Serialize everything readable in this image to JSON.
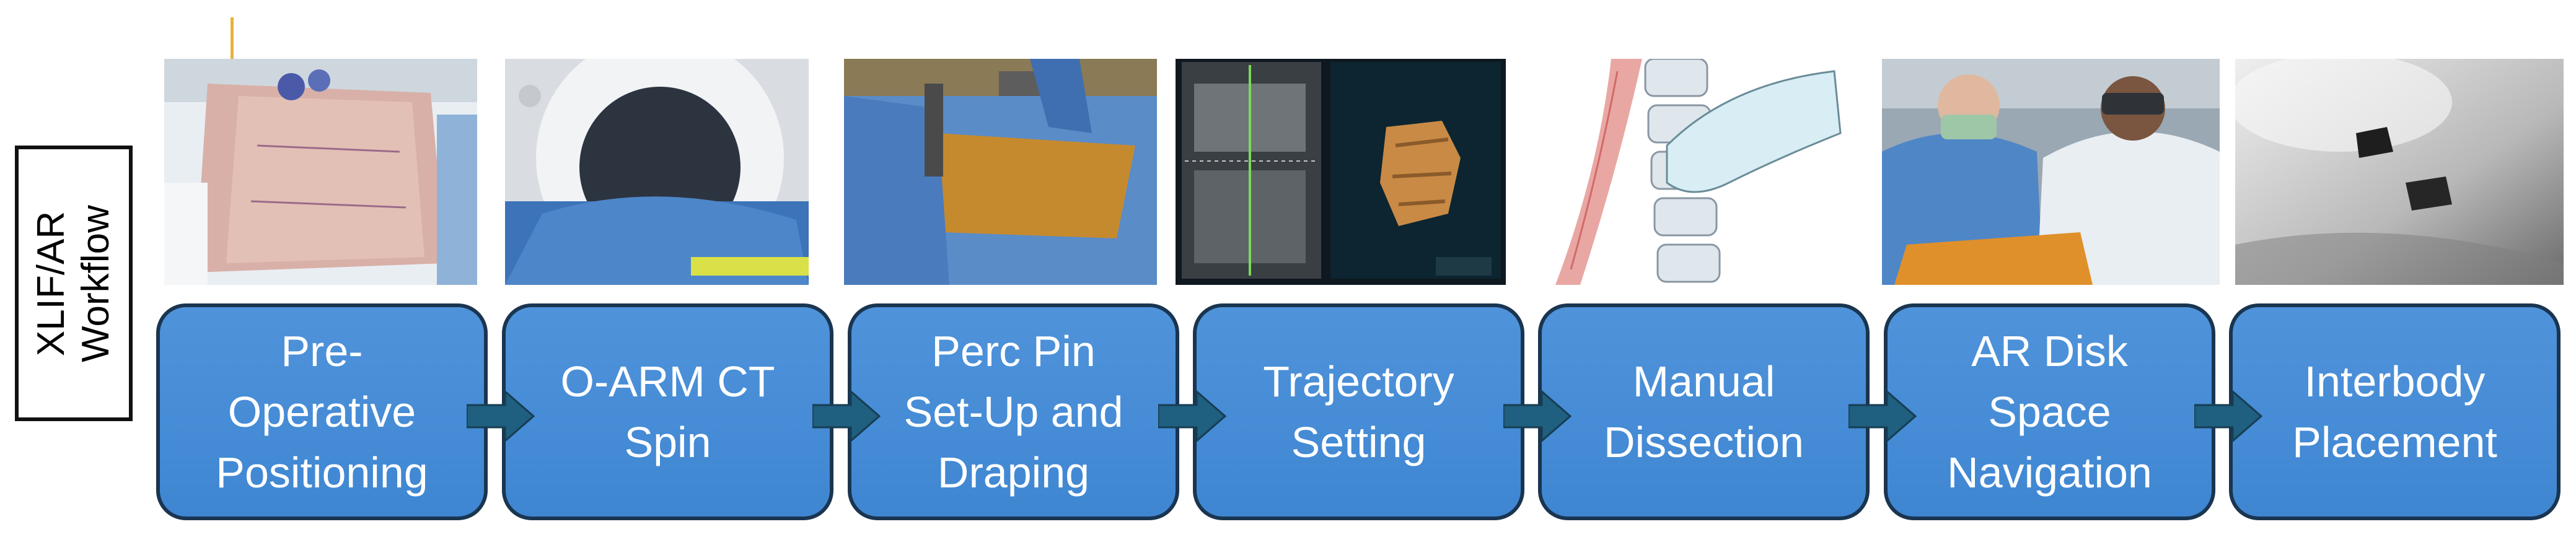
{
  "side_label": {
    "lines": [
      "XLIF/AR",
      "Workflow"
    ]
  },
  "steps": [
    {
      "lines": [
        "Pre-",
        "Operative",
        "Positioning"
      ],
      "photo": "back-positioning-photo"
    },
    {
      "lines": [
        "O-ARM CT",
        "Spin"
      ],
      "photo": "o-arm-scanner-photo"
    },
    {
      "lines": [
        "Perc Pin",
        "Set-Up and",
        "Draping"
      ],
      "photo": "draped-surgical-field-photo"
    },
    {
      "lines": [
        "Trajectory",
        "Setting"
      ],
      "photo": "navigation-screen-image"
    },
    {
      "lines": [
        "Manual",
        "Dissection"
      ],
      "photo": "spine-dissection-illustration"
    },
    {
      "lines": [
        "AR Disk",
        "Space",
        "Navigation"
      ],
      "photo": "ar-surgeons-photo"
    },
    {
      "lines": [
        "Interbody",
        "Placement"
      ],
      "photo": "fluoroscopy-image"
    }
  ],
  "colors": {
    "step_fill": "#4a8fd8",
    "step_border": "#1a3550",
    "arrow": "#1f5f80"
  }
}
